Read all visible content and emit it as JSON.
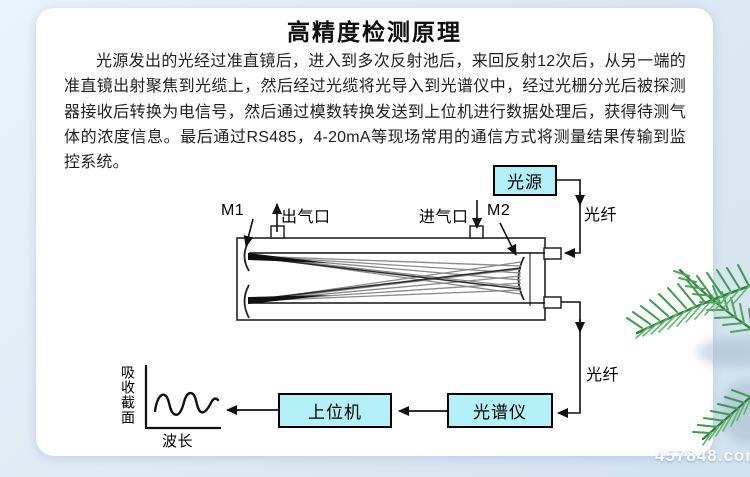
{
  "page": {
    "title": "高精度检测原理",
    "paragraph": "光源发出的光经过准直镜后，进入到多次反射池后，来回反射12次后，从另一端的准直镜出射聚焦到光缆上，然后经过光缆将光导入到光谱仪中，经过光栅分光后被探测器接收后转换为电信号，然后通过模数转换发送到上位机进行数据处理后，获得待测气体的浓度信息。最后通过RS485，4-20mA等现场常用的通信方式将测量结果传输到监控系统。",
    "watermark": "457848.com"
  },
  "diagram": {
    "light_source": "光源",
    "fiber_top": "光纤",
    "fiber_bottom": "光纤",
    "mirror_m1": "M1",
    "mirror_m2": "M2",
    "gas_outlet": "出气口",
    "gas_inlet": "进气口",
    "host_computer": "上位机",
    "spectrometer": "光谱仪",
    "graph": {
      "y_axis_label": "吸收截面",
      "x_axis_label": "波长"
    }
  },
  "colors": {
    "box_fill": "#b2eff7",
    "box_border": "#000000",
    "card": "#ffffff",
    "background": "#dfeaf4",
    "leaf_green": "#3f9b4c",
    "beam_gray": "#8a8a8a"
  }
}
